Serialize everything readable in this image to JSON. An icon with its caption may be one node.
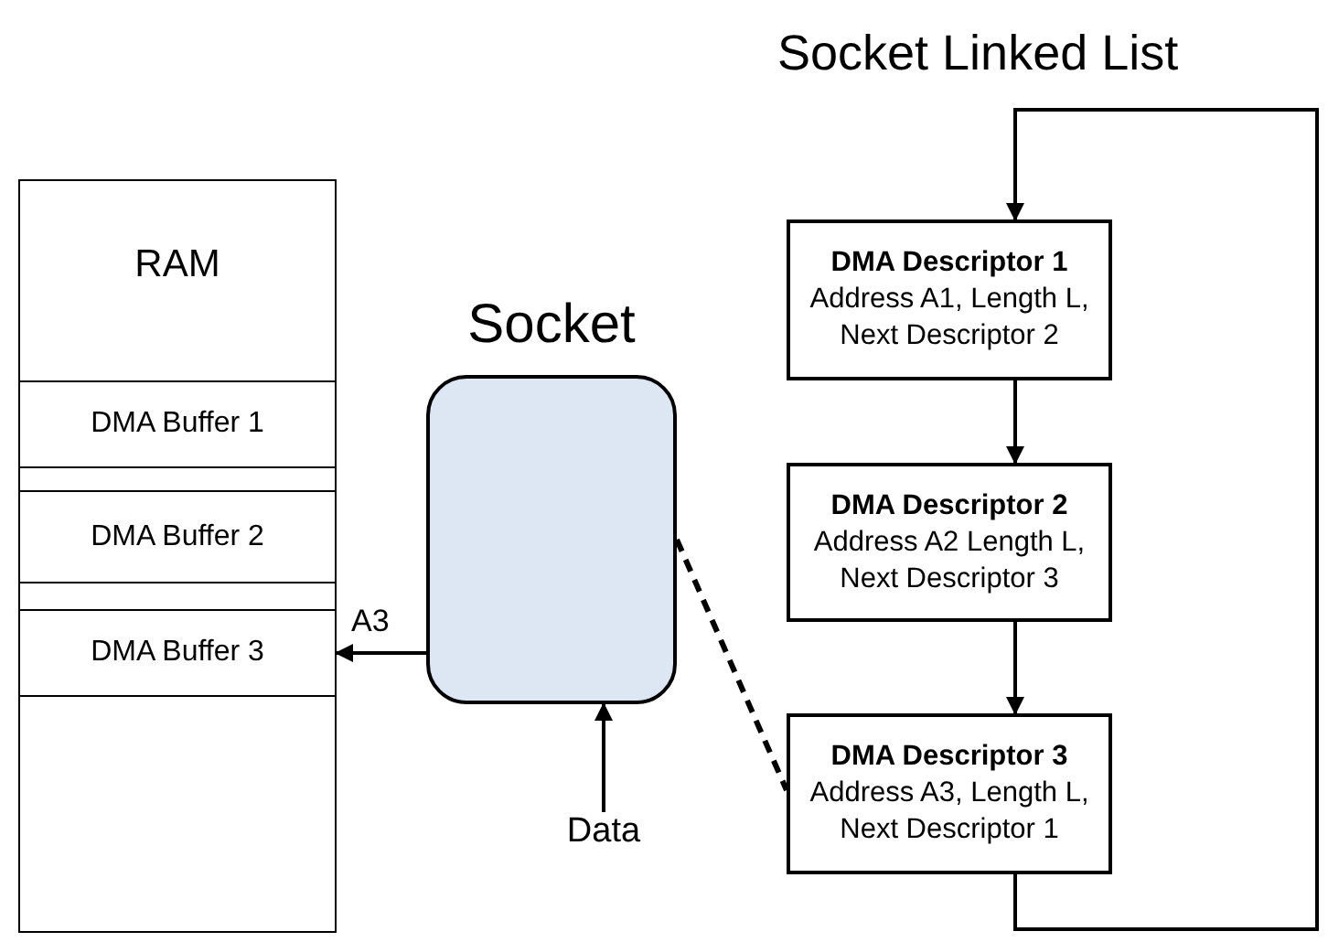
{
  "diagram": {
    "title": "Socket Linked List",
    "nodes": [
      {
        "text": [
          "RAM"
        ]
      },
      {
        "text": [
          "DMA Buffer 1"
        ],
        "in": 0
      },
      {
        "text": [
          "DMA Buffer 2"
        ],
        "in": 0
      },
      {
        "text": [
          "DMA Buffer 3"
        ],
        "in": 0
      },
      {
        "text": [
          "Socket"
        ]
      },
      {
        "text": [
          "DMA Descriptor 1",
          "Address A1, Length L, Next Descriptor 2"
        ]
      },
      {
        "text": [
          "DMA Descriptor 2",
          "Address A2 Length L, Next Descriptor 3"
        ]
      },
      {
        "text": [
          "DMA Descriptor 3",
          "Address A3, Length L, Next Descriptor 1"
        ]
      },
      {
        "text": [
          "Data"
        ]
      }
    ],
    "edges": [
      {
        "from": 8,
        "to": 4,
        "arrow": "to"
      },
      {
        "from": 4,
        "to": 3,
        "arrow": "to",
        "label": "A3"
      },
      {
        "from": 4,
        "to": 7,
        "arrow": "none",
        "style": "dashed"
      },
      {
        "from": 5,
        "to": 6,
        "arrow": "to"
      },
      {
        "from": 6,
        "to": 7,
        "arrow": "to"
      },
      {
        "from": 7,
        "to": 5,
        "arrow": "to"
      }
    ]
  }
}
